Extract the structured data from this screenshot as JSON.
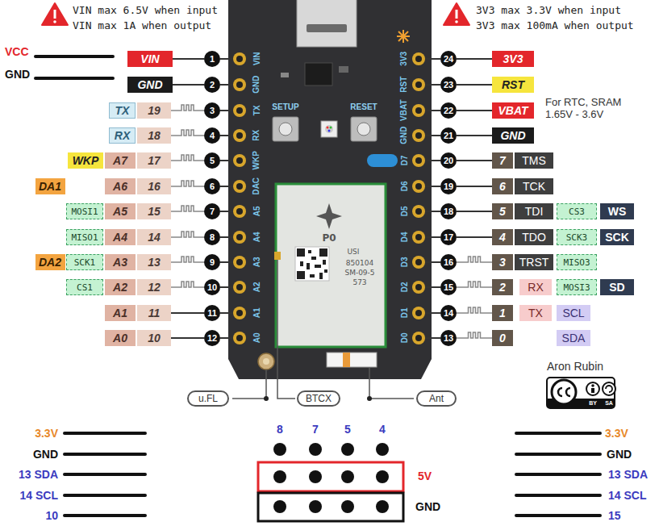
{
  "diagram": {
    "nodes": [
      {
        "text": [
          "VIN"
        ]
      },
      {
        "text": [
          "1"
        ]
      },
      {
        "text": [
          "24"
        ]
      },
      {
        "text": [
          "3V3"
        ]
      },
      {
        "text": [
          "GND"
        ]
      },
      {
        "text": [
          "2"
        ]
      },
      {
        "text": [
          "23"
        ]
      },
      {
        "text": [
          "RST"
        ]
      },
      {
        "text": [
          "TX"
        ]
      },
      {
        "text": [
          "19"
        ]
      },
      {
        "text": [
          "3"
        ]
      },
      {
        "text": [
          "22"
        ]
      },
      {
        "text": [
          "VBAT"
        ]
      },
      {
        "text": [
          "RX"
        ]
      },
      {
        "text": [
          "18"
        ]
      },
      {
        "text": [
          "4"
        ]
      },
      {
        "text": [
          "21"
        ]
      },
      {
        "text": [
          "GND"
        ]
      },
      {
        "text": [
          "WKP"
        ]
      },
      {
        "text": [
          "A7"
        ]
      },
      {
        "text": [
          "17"
        ]
      },
      {
        "text": [
          "5"
        ]
      },
      {
        "text": [
          "20"
        ]
      },
      {
        "text": [
          "7"
        ]
      },
      {
        "text": [
          "TMS"
        ]
      },
      {
        "text": [
          "DA1"
        ]
      },
      {
        "text": [
          "A6"
        ]
      },
      {
        "text": [
          "16"
        ]
      },
      {
        "text": [
          "6"
        ]
      },
      {
        "text": [
          "19"
        ]
      },
      {
        "text": [
          "6"
        ]
      },
      {
        "text": [
          "TCK"
        ]
      },
      {
        "text": [
          "MOSI1"
        ]
      },
      {
        "text": [
          "A5"
        ]
      },
      {
        "text": [
          "15"
        ]
      },
      {
        "text": [
          "7"
        ]
      },
      {
        "text": [
          "18"
        ]
      },
      {
        "text": [
          "5"
        ]
      },
      {
        "text": [
          "TDI"
        ]
      },
      {
        "text": [
          "CS3"
        ]
      },
      {
        "text": [
          "WS"
        ]
      },
      {
        "text": [
          "MISO1"
        ]
      },
      {
        "text": [
          "A4"
        ]
      },
      {
        "text": [
          "14"
        ]
      },
      {
        "text": [
          "8"
        ]
      },
      {
        "text": [
          "17"
        ]
      },
      {
        "text": [
          "4"
        ]
      },
      {
        "text": [
          "TDO"
        ]
      },
      {
        "text": [
          "SCK3"
        ]
      },
      {
        "text": [
          "SCK"
        ]
      },
      {
        "text": [
          "DA2"
        ]
      },
      {
        "text": [
          "SCK1"
        ]
      },
      {
        "text": [
          "A3"
        ]
      },
      {
        "text": [
          "13"
        ]
      },
      {
        "text": [
          "9"
        ]
      },
      {
        "text": [
          "16"
        ]
      },
      {
        "text": [
          "3"
        ]
      },
      {
        "text": [
          "TRST"
        ]
      },
      {
        "text": [
          "MISO3"
        ]
      },
      {
        "text": [
          "CS1"
        ]
      },
      {
        "text": [
          "A2"
        ]
      },
      {
        "text": [
          "12"
        ]
      },
      {
        "text": [
          "10"
        ]
      },
      {
        "text": [
          "15"
        ]
      },
      {
        "text": [
          "2"
        ]
      },
      {
        "text": [
          "RX"
        ]
      },
      {
        "text": [
          "MOSI3"
        ]
      },
      {
        "text": [
          "SD"
        ]
      },
      {
        "text": [
          "A1"
        ]
      },
      {
        "text": [
          "11"
        ]
      },
      {
        "text": [
          "11"
        ]
      },
      {
        "text": [
          "14"
        ]
      },
      {
        "text": [
          "1"
        ]
      },
      {
        "text": [
          "TX"
        ]
      },
      {
        "text": [
          "SCL"
        ]
      },
      {
        "text": [
          "A0"
        ]
      },
      {
        "text": [
          "10"
        ]
      },
      {
        "text": [
          "12"
        ]
      },
      {
        "text": [
          "13"
        ]
      },
      {
        "text": [
          "0"
        ]
      },
      {
        "text": [
          "SDA"
        ]
      },
      {
        "text": [
          "u.FL"
        ]
      },
      {
        "text": [
          "BTCX"
        ]
      },
      {
        "text": [
          "Ant"
        ]
      }
    ],
    "edges": [
      {
        "from": 0,
        "to": 1,
        "arrow": "none"
      },
      {
        "from": 4,
        "to": 5,
        "arrow": "none"
      },
      {
        "from": 9,
        "to": 10,
        "arrow": "none"
      },
      {
        "from": 14,
        "to": 15,
        "arrow": "none"
      },
      {
        "from": 20,
        "to": 21,
        "arrow": "none"
      },
      {
        "from": 27,
        "to": 28,
        "arrow": "none"
      },
      {
        "from": 34,
        "to": 35,
        "arrow": "none"
      },
      {
        "from": 43,
        "to": 44,
        "arrow": "none"
      },
      {
        "from": 53,
        "to": 54,
        "arrow": "none"
      },
      {
        "from": 61,
        "to": 62,
        "arrow": "none"
      },
      {
        "from": 69,
        "to": 70,
        "arrow": "none"
      },
      {
        "from": 76,
        "to": 77,
        "arrow": "none"
      },
      {
        "from": 2,
        "to": 3,
        "arrow": "none"
      },
      {
        "from": 6,
        "to": 7,
        "arrow": "none"
      },
      {
        "from": 11,
        "to": 12,
        "arrow": "none"
      },
      {
        "from": 16,
        "to": 17,
        "arrow": "none"
      },
      {
        "from": 22,
        "to": 23,
        "arrow": "none"
      },
      {
        "from": 29,
        "to": 30,
        "arrow": "none"
      },
      {
        "from": 36,
        "to": 37,
        "arrow": "none"
      },
      {
        "from": 45,
        "to": 46,
        "arrow": "none"
      },
      {
        "from": 55,
        "to": 56,
        "arrow": "none"
      },
      {
        "from": 63,
        "to": 64,
        "arrow": "none"
      },
      {
        "from": 71,
        "to": 72,
        "arrow": "none"
      },
      {
        "from": 78,
        "to": 79,
        "arrow": "none"
      }
    ],
    "labels": [
      "VIN max 6.5V when input",
      "VIN max 1A when output",
      "3V3 max 3.3V when input",
      "3V3 max 100mA when output",
      "VCC",
      "GND",
      "VIN",
      "GND",
      "TX",
      "RX",
      "WKP",
      "DAC",
      "A5",
      "A4",
      "A3",
      "A2",
      "A1",
      "A0",
      "SETUP",
      "RESET",
      "3V3",
      "RST",
      "VBAT",
      "GND",
      "D7",
      "D6",
      "D5",
      "D4",
      "D3",
      "D2",
      "D1",
      "D0",
      "For RTC, SRAM 1.65V - 3.6V",
      "P0",
      "USI",
      "850104",
      "SM-09-5",
      "573",
      "Aron Rubin",
      "BY",
      "SA",
      "3.3V",
      "GND",
      "13 SDA",
      "14 SCL",
      "10",
      "8",
      "7",
      "5",
      "4",
      "5V",
      "GND",
      "3.3V",
      "GND",
      "13 SDA",
      "14 SCL",
      "15"
    ]
  }
}
